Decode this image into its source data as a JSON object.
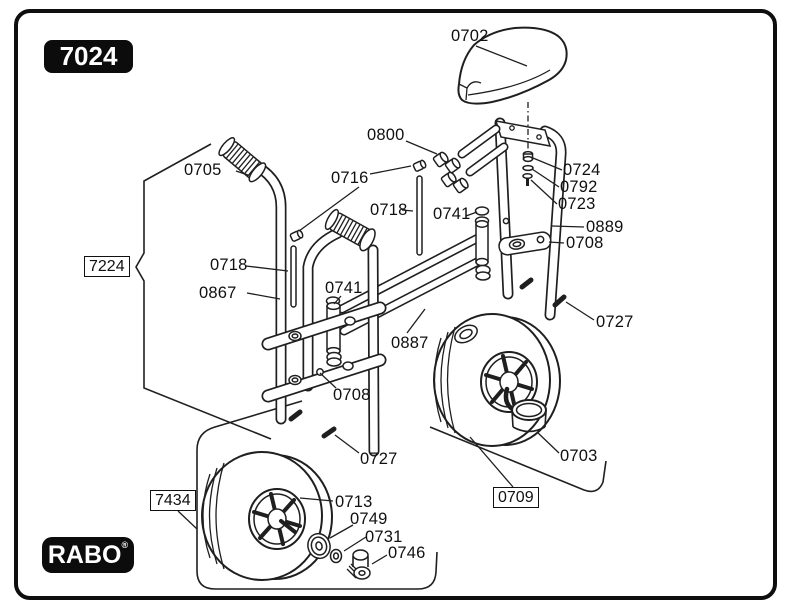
{
  "drawing_number": "7024",
  "brand": {
    "logo_text": "RABO",
    "registered_mark": "®"
  },
  "assembly_refs": {
    "handlebar_group": "7224",
    "front_wheel_group": "7434",
    "rear_wheel_group": "0709"
  },
  "callouts": {
    "seat": "0702",
    "tube_end_caps": "0800",
    "handlebar_grip": "0705",
    "rod_cap": "0716",
    "rod_upper": "0718",
    "spacer_ring_rear": "0741",
    "lock_nut": "0724",
    "washer_rear": "0792",
    "screw_rear": "0723",
    "rear_frame_tube": "0889",
    "bolt_rear": "0708",
    "rod_lower": "0718",
    "handlebar_tube": "0867",
    "spacer_front": "0741",
    "cross_beam": "0887",
    "pin_rear": "0727",
    "bolt_front": "0708",
    "pin_front": "0727",
    "pedal": "0703",
    "front_wheel": "0713",
    "hub_cap": "0749",
    "washer_front": "0731",
    "axle_bolt": "0746"
  },
  "colors": {
    "line": "#1f1f1f",
    "badge_background": "#0c0c0c",
    "background": "#ffffff"
  }
}
